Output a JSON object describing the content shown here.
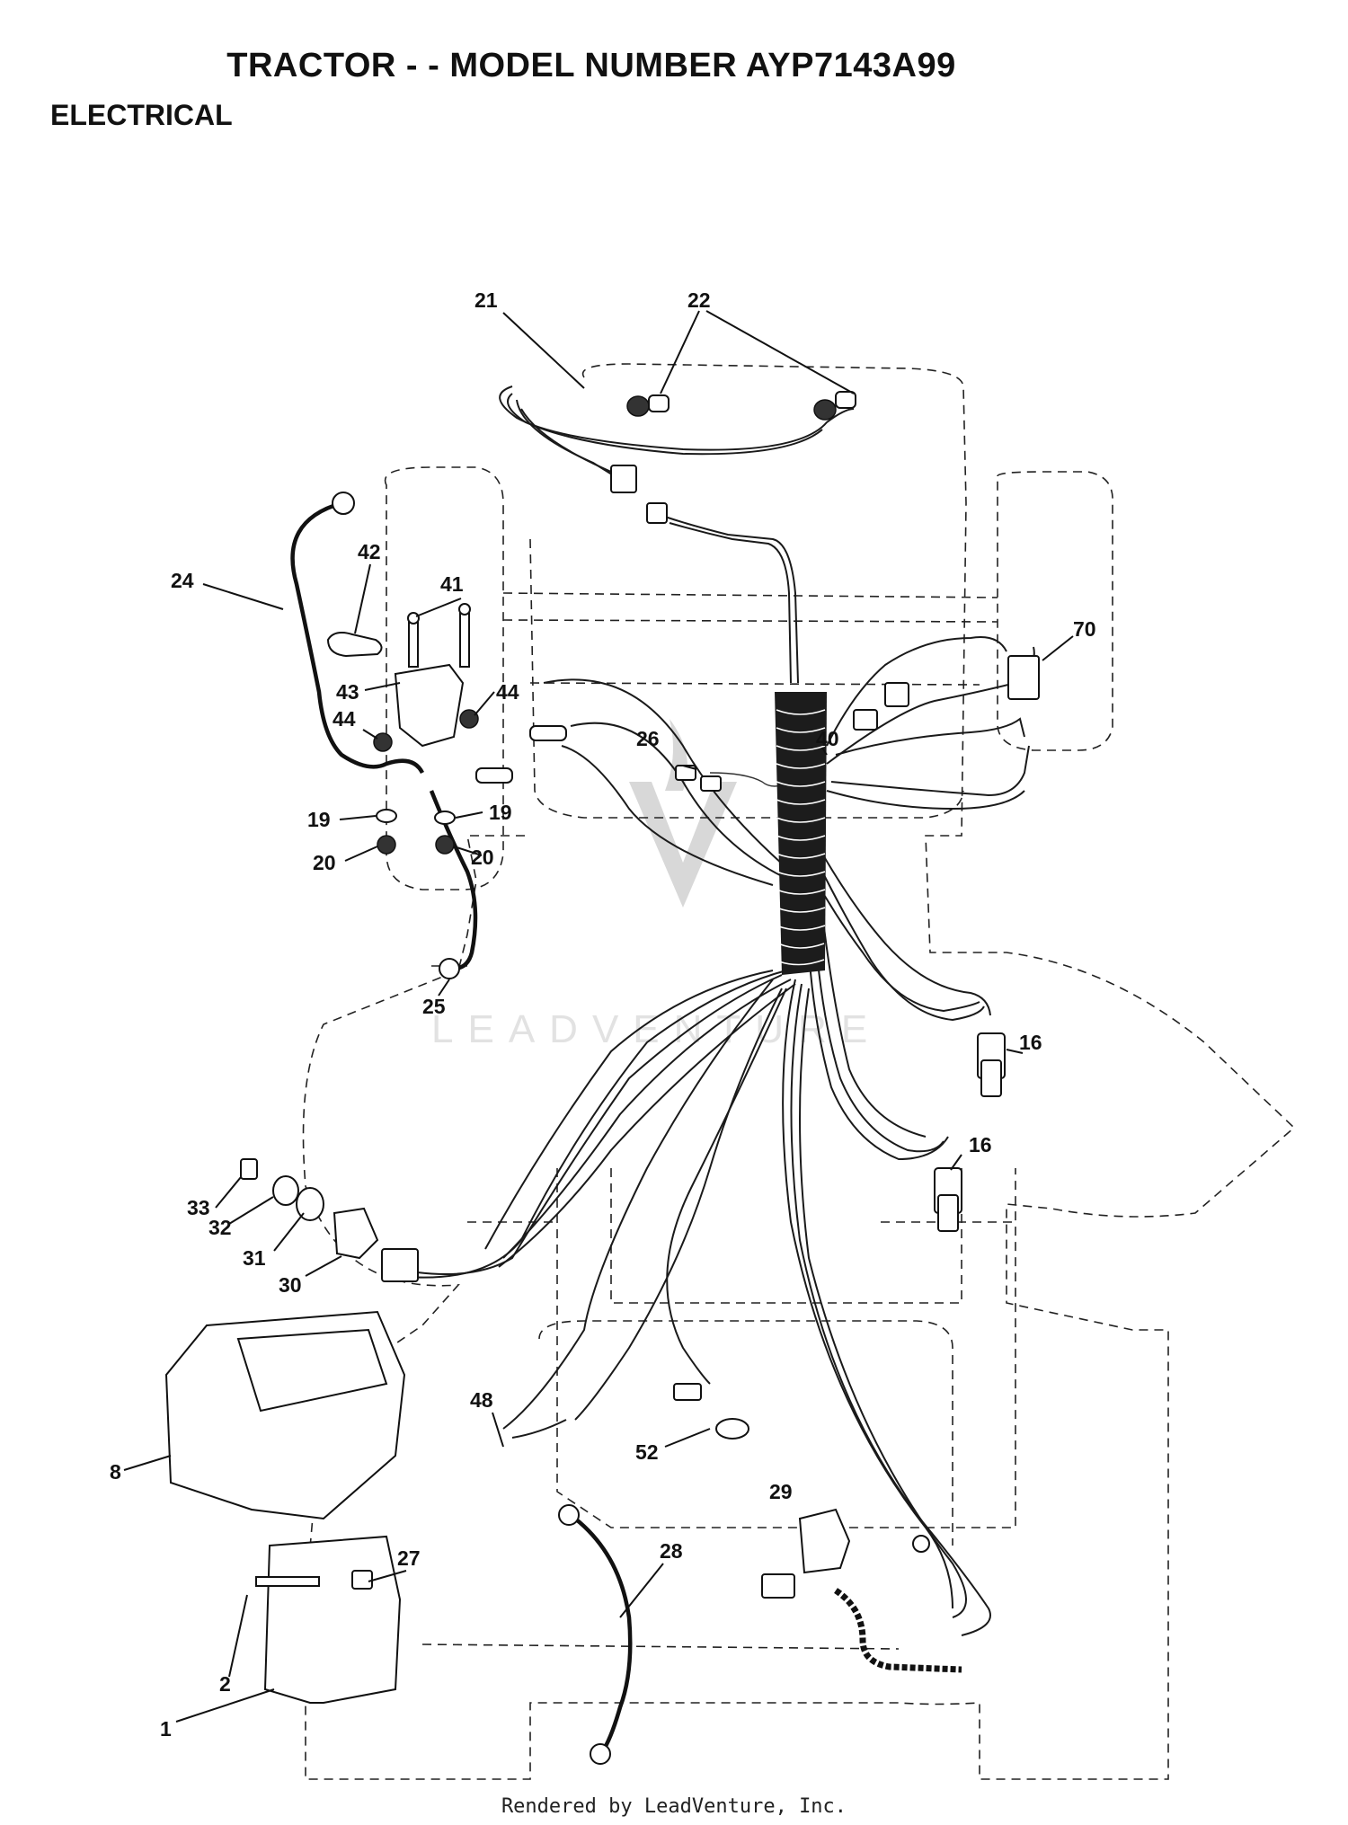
{
  "header": {
    "title": "TRACTOR - - MODEL NUMBER AYP7143A99",
    "section": "ELECTRICAL"
  },
  "watermark": {
    "text": "LEADVENTURE"
  },
  "callouts": {
    "c21": "21",
    "c22": "22",
    "c42": "42",
    "c41": "41",
    "c24": "24",
    "c43": "43",
    "c44a": "44",
    "c44b": "44",
    "c19a": "19",
    "c19b": "19",
    "c20a": "20",
    "c20b": "20",
    "c25": "25",
    "c26": "26",
    "c40": "40",
    "c70": "70",
    "c16a": "16",
    "c16b": "16",
    "c33": "33",
    "c32": "32",
    "c31": "31",
    "c30": "30",
    "c8": "8",
    "c48": "48",
    "c52": "52",
    "c29": "29",
    "c28": "28",
    "c27": "27",
    "c2": "2",
    "c1": "1"
  },
  "footer": {
    "text": "Rendered by LeadVenture, Inc."
  }
}
